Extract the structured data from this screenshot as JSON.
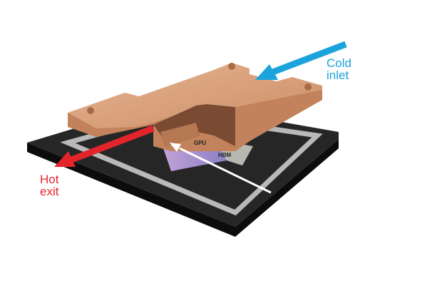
{
  "labels": {
    "cold_inlet": [
      "Cold",
      "inlet"
    ],
    "hot_exit": [
      "Hot",
      "exit"
    ],
    "gpu": "GPU",
    "hbm": "HBM"
  },
  "colors": {
    "cold_arrow": "#1ba3db",
    "hot_arrow": "#e3252b",
    "copper": "#d9a07a",
    "substrate": "#1e1e1e"
  }
}
